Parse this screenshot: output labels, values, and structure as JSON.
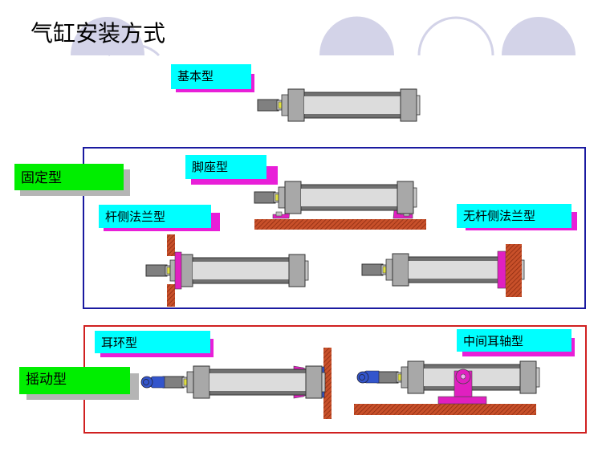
{
  "page": {
    "title": "气缸安装方式"
  },
  "colors": {
    "label_face": "#00ffff",
    "label_shadow": "#e81fd8",
    "category_face": "#00ee00",
    "category_shadow": "#b5b5b5",
    "fixed_frame": "#1a1aa0",
    "swing_frame": "#d02020",
    "decor_arch": "#d3d3e8",
    "wall_hatch": "#b83a1a",
    "mount_part": "#e020c0",
    "clevis_part": "#3355cc"
  },
  "categories": {
    "fixed": "固定型",
    "swing": "摇动型"
  },
  "mount_types": {
    "basic": "基本型",
    "foot": "脚座型",
    "rod_flange": "杆侧法兰型",
    "head_flange": "无杆侧法兰型",
    "clevis": "耳环型",
    "trunnion": "中间耳轴型"
  }
}
